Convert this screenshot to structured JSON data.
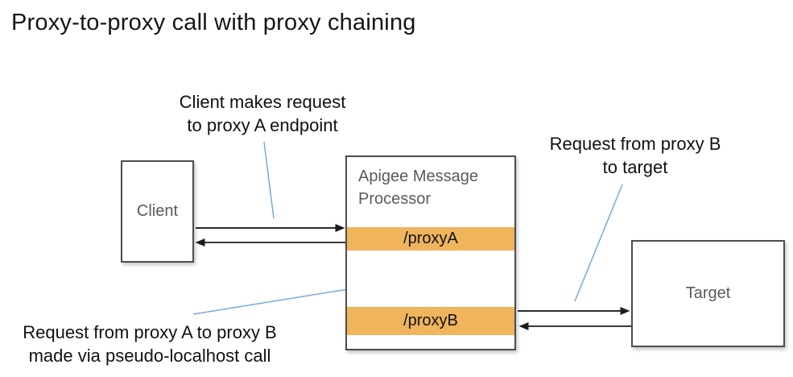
{
  "title": "Proxy-to-proxy call with proxy chaining",
  "annotations": {
    "client_request": {
      "line1": "Client makes request",
      "line2": "to proxy A endpoint"
    },
    "target_request": {
      "line1": "Request from proxy B",
      "line2": "to target"
    },
    "chain_request": {
      "line1": "Request from proxy A to proxy B",
      "line2": "made via pseudo-localhost call"
    }
  },
  "nodes": {
    "client": {
      "label": "Client"
    },
    "message_processor": {
      "label": "Apigee Message Processor",
      "endpoints": [
        {
          "label": "/proxyA"
        },
        {
          "label": "/proxyB"
        }
      ]
    },
    "target": {
      "label": "Target"
    }
  },
  "edges": [
    {
      "from": "Client",
      "to": "/proxyA",
      "direction": "bidirectional"
    },
    {
      "from": "/proxyA",
      "to": "/proxyB",
      "direction": "bidirectional"
    },
    {
      "from": "/proxyB",
      "to": "Target",
      "direction": "bidirectional"
    }
  ],
  "colors": {
    "endpoint_bar_orange": "#efb45c",
    "leader_blue": "#74aadd",
    "box_border_gray": "#4d4d4d",
    "box_text_gray": "#5a5a5a",
    "arrow_black": "#2b2b2b"
  }
}
